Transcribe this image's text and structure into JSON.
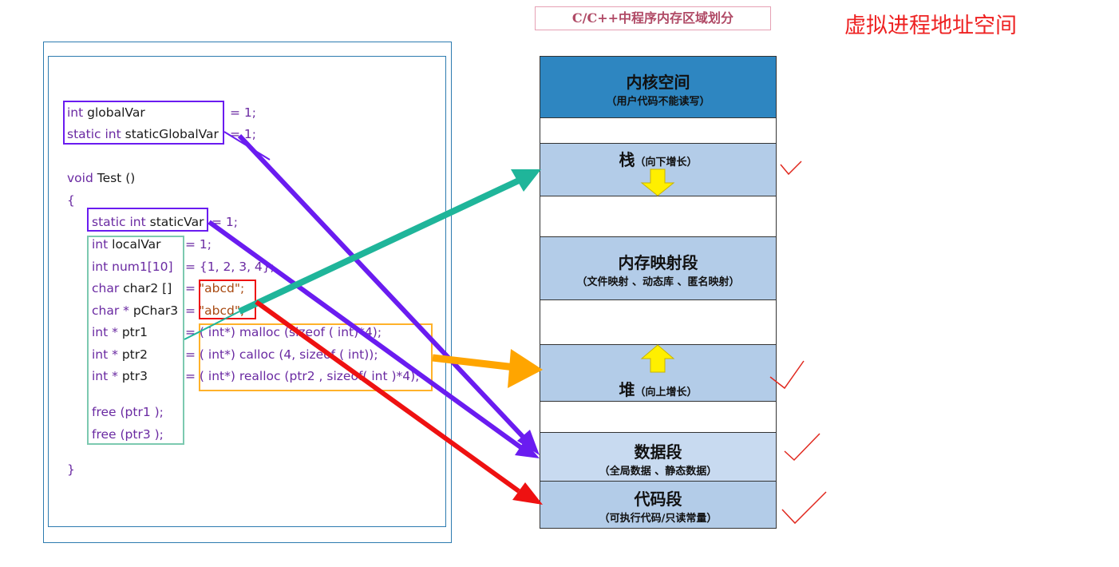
{
  "title": "C/C++中程序内存区域划分",
  "side_title": "虚拟进程地址空间",
  "code": {
    "line1": {
      "kw": "int",
      "name": " globalVar",
      "rest": "= 1;"
    },
    "line2": {
      "kw": "static int",
      "name": " staticGlobalVar",
      "rest": "= 1;"
    },
    "line3": {
      "kw": "void",
      "name": " Test ()"
    },
    "open_brace": "{",
    "line4": {
      "kw": "static int",
      "name": " staticVar",
      "rest": "= 1;"
    },
    "line5": {
      "kw": "int",
      "name": " localVar",
      "rest": "= 1;"
    },
    "line6": {
      "kw": "int",
      "name": " num1[10]",
      "rest": "= {1, 2, 3, 4};"
    },
    "line7": {
      "kw": "char",
      "name": " char2 []",
      "eq": "=",
      "str": "\"abcd\";"
    },
    "line8": {
      "kw": "char *",
      "name": " pChar3",
      "eq": "=",
      "str": "\"abcd\";"
    },
    "line9": {
      "kw": "int *",
      "name": " ptr1",
      "rest": "= ( int*) malloc (sizeof ( int)*4);"
    },
    "line10": {
      "kw": "int *",
      "name": " ptr2",
      "rest": "= ( int*) calloc (4, sizeof ( int));"
    },
    "line11": {
      "kw": "int *",
      "name": " ptr3",
      "rest": "= ( int*) realloc (ptr2 , sizeof( int )*4);"
    },
    "line12": "free (ptr1 );",
    "line13": "free (ptr3 );",
    "close_brace": "}"
  },
  "memory": {
    "kernel": {
      "title": "内核空间",
      "sub": "（用户代码不能读写）"
    },
    "stack": {
      "title": "栈",
      "sub": "（向下增长）"
    },
    "mmap": {
      "title": "内存映射段",
      "sub": "（文件映射 、动态库 、匿名映射）"
    },
    "heap": {
      "title": "堆",
      "sub": "（向上增长）"
    },
    "data": {
      "title": "数据段",
      "sub": "（全局数据 、静态数据）"
    },
    "text": {
      "title": "代码段",
      "sub": "（可执行代码/只读常量）"
    }
  },
  "colors": {
    "kernel": "#2e86c1",
    "segment": "#b3cce8",
    "purple_arrow": "#6a1cf0",
    "teal_arrow": "#1fb59a",
    "orange_arrow": "#ffa500",
    "red_arrow": "#ee1111",
    "check": "#e0281e"
  }
}
